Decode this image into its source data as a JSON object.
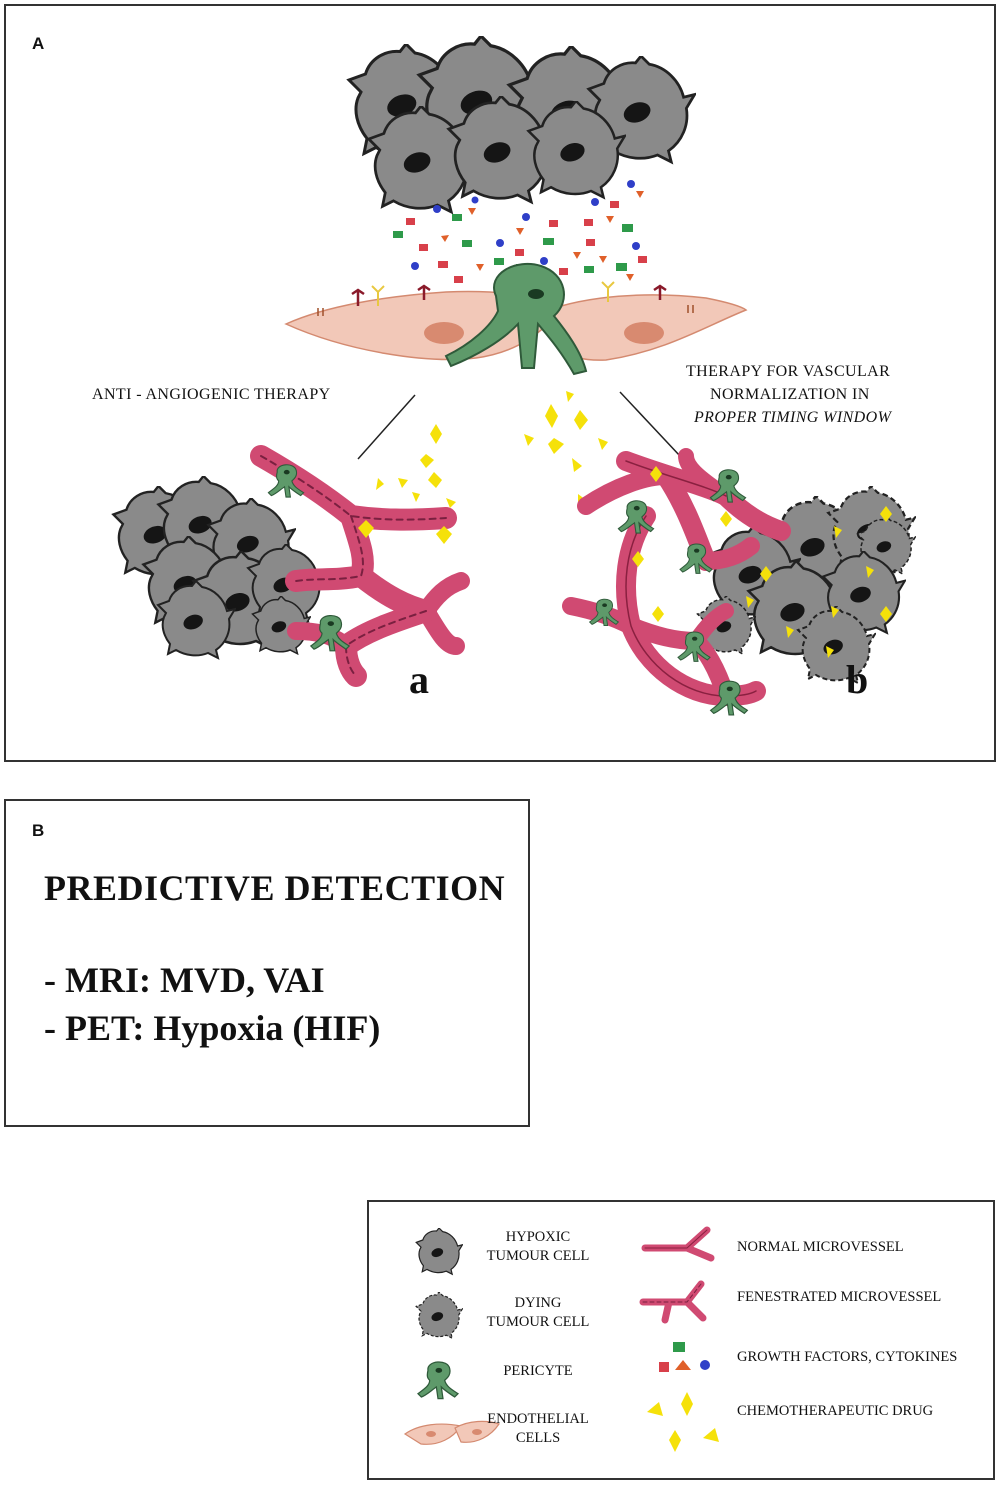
{
  "panel_a": {
    "letter": "A",
    "left_caption": "ANTI - ANGIOGENIC THERAPY",
    "right_caption_line1": "THERAPY FOR VASCULAR",
    "right_caption_line2": "NORMALIZATION IN",
    "right_caption_line3": "PROPER TIMING WINDOW",
    "label_a": "a",
    "label_b": "b",
    "colors": {
      "tumour_cell": "#8a8a8a",
      "vessel": "#d04a72",
      "pericyte": "#5e9a6a",
      "endothelial": "#f2c8b8",
      "drug": "#f5e10a",
      "factor_green": "#2e9a4a",
      "factor_red": "#d8404a",
      "factor_orange": "#e0602a",
      "factor_blue": "#2f3fc8"
    }
  },
  "panel_b": {
    "letter": "B",
    "heading": "PREDICTIVE DETECTION",
    "items": [
      "- MRI: MVD,  VAI",
      "- PET: Hypoxia (HIF)"
    ]
  },
  "legend": {
    "hypoxic_line1": "HYPOXIC",
    "hypoxic_line2": "TUMOUR CELL",
    "dying_line1": "DYING",
    "dying_line2": "TUMOUR CELL",
    "pericyte": "PERICYTE",
    "endothelial_line1": "ENDOTHELIAL",
    "endothelial_line2": "CELLS",
    "normal_vessel": "NORMAL MICROVESSEL",
    "fenestrated_vessel": "FENESTRATED MICROVESSEL",
    "growth_factors": "GROWTH FACTORS, CYTOKINES",
    "chemo_drug": "CHEMOTHERAPEUTIC DRUG"
  }
}
